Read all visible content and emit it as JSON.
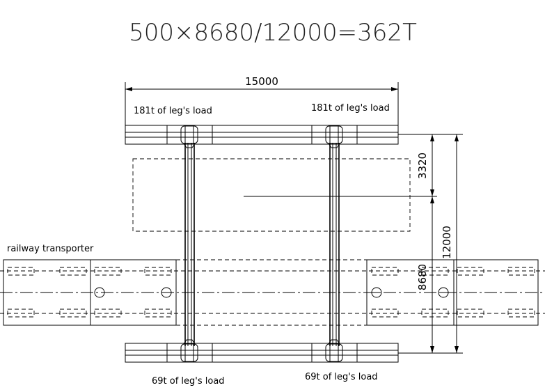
{
  "title": "500×8680/12000=362T",
  "dimensions": {
    "width_top": "15000",
    "offset": "3320",
    "overall": "12000",
    "span": "8680"
  },
  "loads": {
    "top_left": "181t of leg's load",
    "top_right": "181t of leg's load",
    "bottom_left": "69t of leg's load",
    "bottom_right": "69t of leg's load"
  },
  "labels": {
    "railway": "railway transporter"
  }
}
